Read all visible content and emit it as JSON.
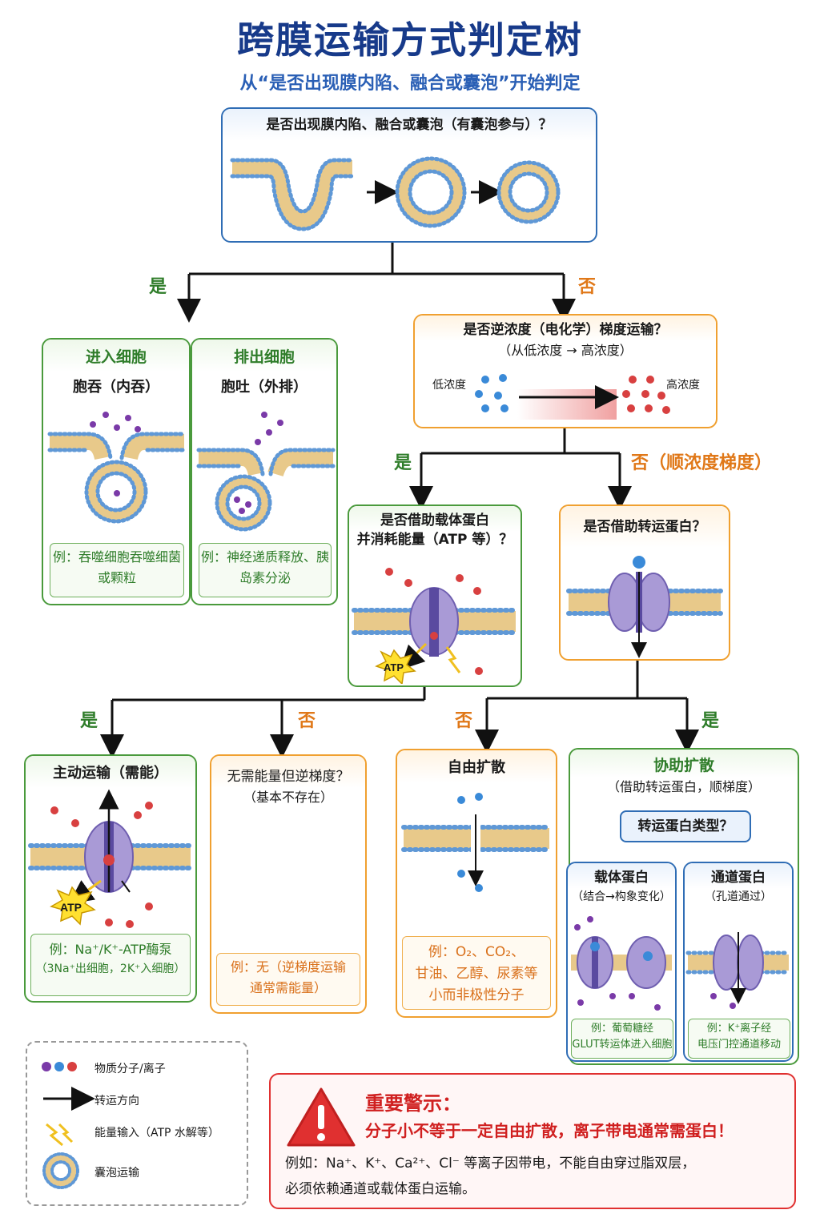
{
  "title": "跨膜运输方式判定树",
  "subtitle": "从“是否出现膜内陷、融合或囊泡”开始判定",
  "q_vesicle": "是否出现膜内陷、融合或囊泡（有囊泡参与）？",
  "yes": "是",
  "no": "否",
  "no_gradient": "否（顺浓度梯度）",
  "enter_cell": {
    "title": "进入细胞",
    "name": "胞吞（内吞）",
    "example": "例：吞噬细胞吞噬细菌或颗粒"
  },
  "exit_cell": {
    "title": "排出细胞",
    "name": "胞吐（外排）",
    "example": "例：神经递质释放、胰岛素分泌"
  },
  "q_gradient": {
    "line1": "是否逆浓度（电化学）梯度运输？",
    "line2": "（从低浓度 → 高浓度）",
    "low": "低浓度",
    "high": "高浓度"
  },
  "q_carrier": {
    "line1": "是否借助载体蛋白",
    "line2": "并消耗能量（ATP 等）？",
    "atp": "ATP"
  },
  "q_transporter": "是否借助转运蛋白？",
  "active": {
    "title": "主动运输（需能）",
    "atp": "ATP",
    "ex1": "例：Na⁺/K⁺-ATP酶泵",
    "ex2": "（3Na⁺出细胞，2K⁺入细胞）"
  },
  "none": {
    "line1": "无需能量但逆梯度？",
    "line2": "（基本不存在）",
    "ex1": "例：无（逆梯度运输",
    "ex2": "通常需能量）"
  },
  "free": {
    "title": "自由扩散",
    "ex1": "例：O₂、CO₂、",
    "ex2": "甘油、乙醇、尿素等",
    "ex3": "小而非极性分子"
  },
  "facilitated": {
    "title": "协助扩散",
    "sub": "（借助转运蛋白，顺梯度）",
    "q_type": "转运蛋白类型？",
    "carrier": {
      "title": "载体蛋白",
      "sub": "（结合→构象变化）",
      "ex1": "例：葡萄糖经",
      "ex2": "GLUT转运体进入细胞"
    },
    "channel": {
      "title": "通道蛋白",
      "sub": "（孔道通过）",
      "ex1": "例：K⁺离子经",
      "ex2": "电压门控通道移动"
    }
  },
  "legend": {
    "molecules": "物质分子/离子",
    "direction": "转运方向",
    "energy": "能量输入（ATP 水解等）",
    "vesicle": "囊泡运输"
  },
  "warning": {
    "title": "重要警示：",
    "headline": "分子小不等于一定自由扩散，离子带电通常需蛋白！",
    "line1": "例如：Na⁺、K⁺、Ca²⁺、Cl⁻ 等离子因带电，不能自由穿过脂双层，",
    "line2": "必须依赖通道或载体蛋白运输。"
  },
  "colors": {
    "blue": "#2f6db5",
    "green": "#4a9a3c",
    "orange": "#f0a030",
    "red": "#e03030",
    "protein": "#a99ad6"
  }
}
